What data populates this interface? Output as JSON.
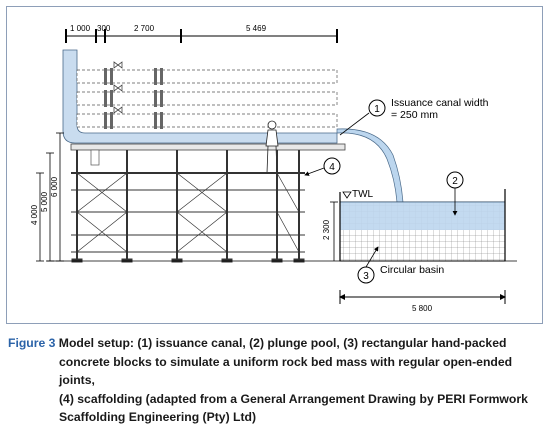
{
  "dims": {
    "top_1000": "1 000",
    "top_300": "300",
    "top_2700": "2 700",
    "top_5469": "5 469",
    "left_4000": "4 000",
    "left_5000": "5 000",
    "left_6000": "6 000",
    "pool_2300": "2 300",
    "bottom_5800": "5 800"
  },
  "labels": {
    "marker_1": "1",
    "marker_2": "2",
    "marker_3": "3",
    "marker_4": "4",
    "canal_width_line1": "Issuance canal width",
    "canal_width_line2": "= 250 mm",
    "twl": "TWL",
    "circular_basin": "Circular basin"
  },
  "caption": {
    "figure_label": "Figure 3",
    "line1": " Model setup: (1) issuance canal, (2) plunge pool, (3) rectangular hand-packed",
    "line2": "concrete blocks to simulate a uniform rock bed mass with regular open-ended joints,",
    "line3": "(4) scaffolding (adapted from a General Arrangement Drawing by PERI Formwork",
    "line4": "Scaffolding Engineering (Pty) Ltd)"
  },
  "colors": {
    "canal_fill": "#c9dcef",
    "water": "#bcd6ee",
    "figure_label": "#2b63a8",
    "frame": "#8e9fb8"
  }
}
